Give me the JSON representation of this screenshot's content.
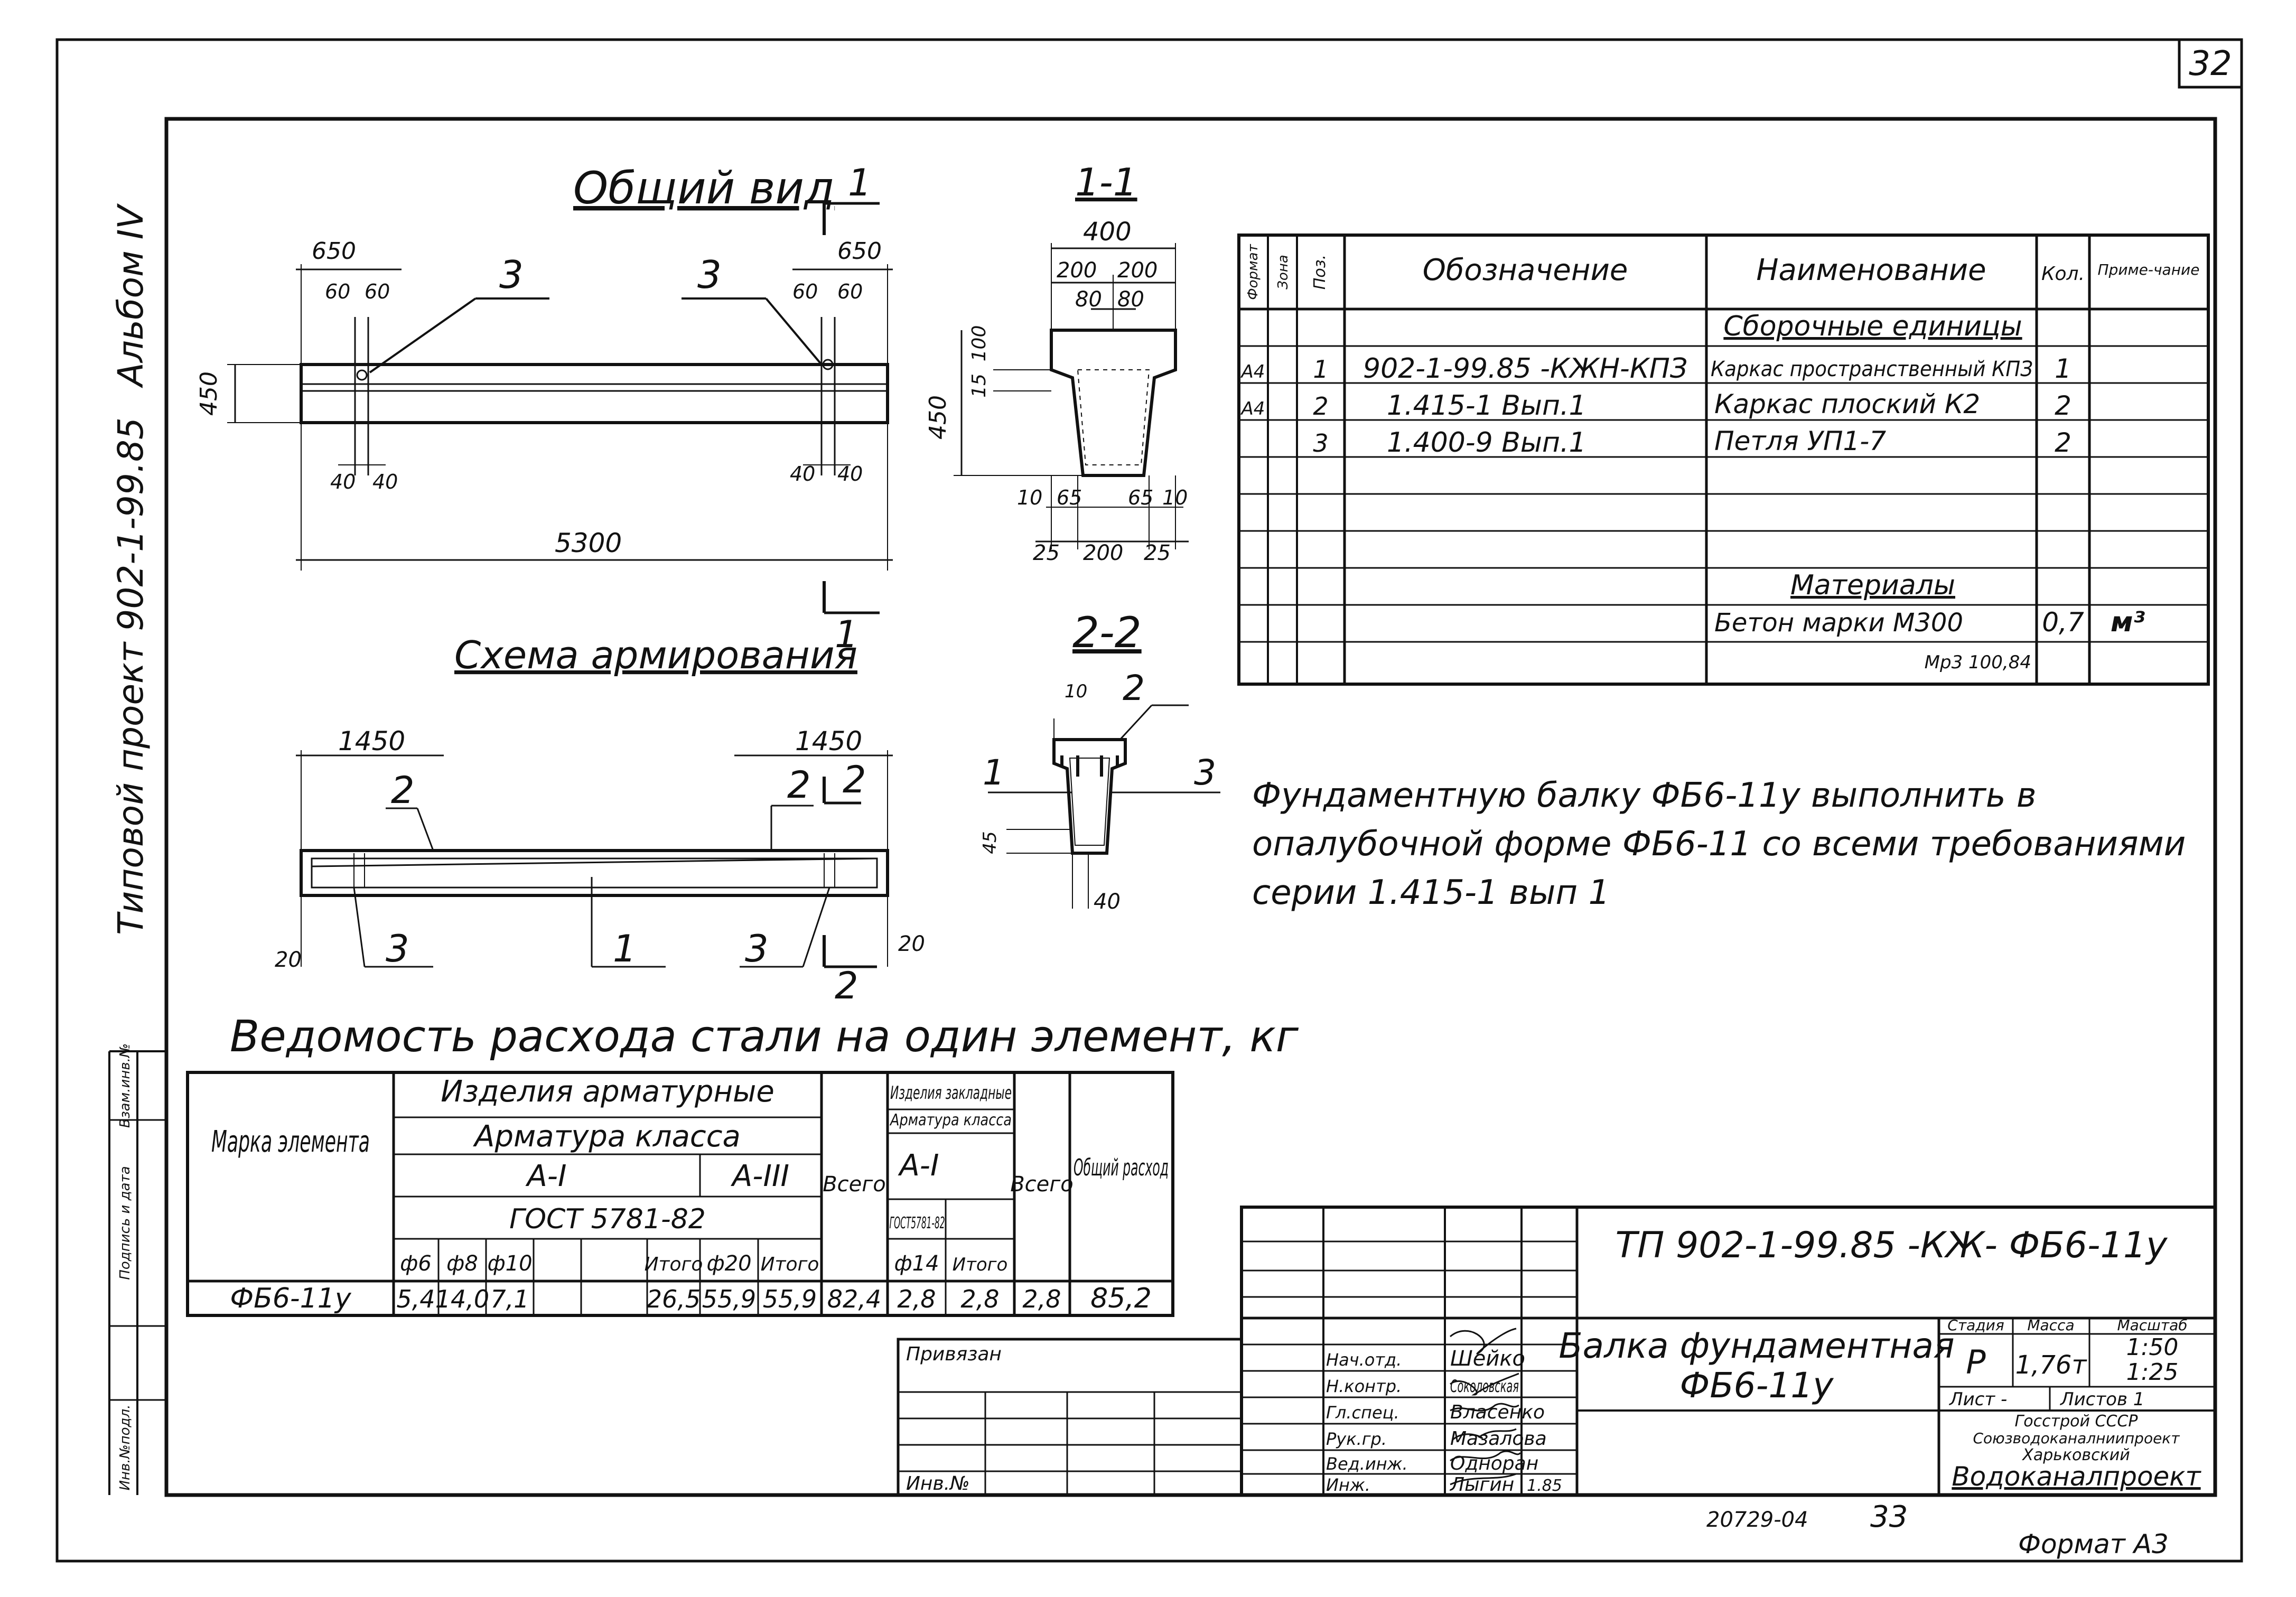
{
  "sheet_number": "32",
  "side_labels": {
    "album": "Альбом IV",
    "project": "Типовой проект 902-1-99.85"
  },
  "side_stamp": [
    "Инв.№подл.",
    "Подпись и дата",
    "Взам.инв.№"
  ],
  "views": {
    "general_title": "Общий вид",
    "reinforcement_title": "Схема армирования",
    "section_1_1": "1-1",
    "section_2_2": "2-2",
    "cut_mark_1": "1",
    "cut_mark_2": "2"
  },
  "dims": {
    "d650": "650",
    "d60": "60",
    "d40": "40",
    "d450": "450",
    "d5300": "5300",
    "d1450": "1450",
    "d20": "20",
    "d400": "400",
    "d200": "200",
    "d80": "80",
    "d100": "100",
    "d15": "15",
    "d10": "10",
    "d65": "65",
    "d25": "25",
    "d45": "45"
  },
  "pos_marks": {
    "p1": "1",
    "p2": "2",
    "p3": "3"
  },
  "spec_table": {
    "headers": [
      "Формат",
      "Зона",
      "Поз.",
      "Обозначение",
      "Наименование",
      "Кол.",
      "Приме-чание"
    ],
    "section_assembly": "Сборочные единицы",
    "rows": [
      {
        "format": "А4",
        "pos": "1",
        "designation": "902-1-99.85 -КЖН-КПЗ",
        "name": "Каркас пространственный КПЗ",
        "qty": "1"
      },
      {
        "format": "А4",
        "pos": "2",
        "designation": "1.415-1 Вып.1",
        "name": "Каркас плоский К2",
        "qty": "2"
      },
      {
        "format": "",
        "pos": "3",
        "designation": "1.400-9 Вып.1",
        "name": "Петля УП1-7",
        "qty": "2"
      }
    ],
    "section_materials": "Материалы",
    "material": {
      "name": "Бетон марки М300",
      "qty": "0,7",
      "unit": "м³",
      "sub": "Мр3 100,84"
    }
  },
  "note": "Фундаментную балку ФБ6-11у выполнить в опалубочной форме ФБ6-11 со всеми требованиями серии 1.415-1 вып 1",
  "steel_table": {
    "title": "Ведомость расхода стали на один элемент, кг",
    "h_mark": "Марка элемента",
    "h_arm": "Изделия арматурные",
    "h_arm_class": "Арматура класса",
    "h_AI": "А-I",
    "h_AIII": "А-III",
    "h_gost": "ГОСТ 5781-82",
    "h_total": "Всего",
    "h_embed": "Изделия закладные",
    "h_embed_class": "Арматура класса",
    "h_embed_AI": "А-I",
    "h_embed_gost": "ГОСТ5781-82",
    "h_overall": "Общий расход",
    "h_d6": "ф6",
    "h_d8": "ф8",
    "h_d10": "ф10",
    "h_sum1": "Итого",
    "h_d20": "ф20",
    "h_sum2": "Итого",
    "h_d14": "ф14",
    "h_sum3": "Итого",
    "row": {
      "mark": "ФБ6-11у",
      "d6": "5,4",
      "d8": "14,0",
      "d10": "7,1",
      "sum1": "26,5",
      "d20": "55,9",
      "sum2": "55,9",
      "total": "82,4",
      "d14": "2,8",
      "sum3": "2,8",
      "total2": "2,8",
      "overall": "85,2"
    }
  },
  "bind_box": {
    "label": "Привязан",
    "inv": "Инв.№"
  },
  "title_block": {
    "code": "ТП 902-1-99.85 -КЖ- ФБ6-11у",
    "name_line1": "Балка фундаментная",
    "name_line2": "ФБ6-11у",
    "stage_h": "Стадия",
    "mass_h": "Масса",
    "scale_h": "Масштаб",
    "stage": "Р",
    "mass": "1,76т",
    "scale1": "1:50",
    "scale2": "1:25",
    "sheet_h": "Лист -",
    "sheets_h": "Листов 1",
    "org1": "Госстрой СССР",
    "org2": "Союзводоканалниипроект",
    "org3": "Харьковский",
    "org4": "Водоканалпроект",
    "signers": [
      {
        "role": "Нач.отд.",
        "name": "Шейко"
      },
      {
        "role": "Н.контр.",
        "name": "Соколовская"
      },
      {
        "role": "Гл.спец.",
        "name": "Власенко"
      },
      {
        "role": "Рук.гр.",
        "name": "Мазалова"
      },
      {
        "role": "Вед.инж.",
        "name": "Одноран"
      },
      {
        "role": "Инж.",
        "name": "Лыгин"
      }
    ],
    "date": "1.85"
  },
  "footer": {
    "code": "20729-04",
    "page": "33",
    "format": "Формат А3"
  }
}
